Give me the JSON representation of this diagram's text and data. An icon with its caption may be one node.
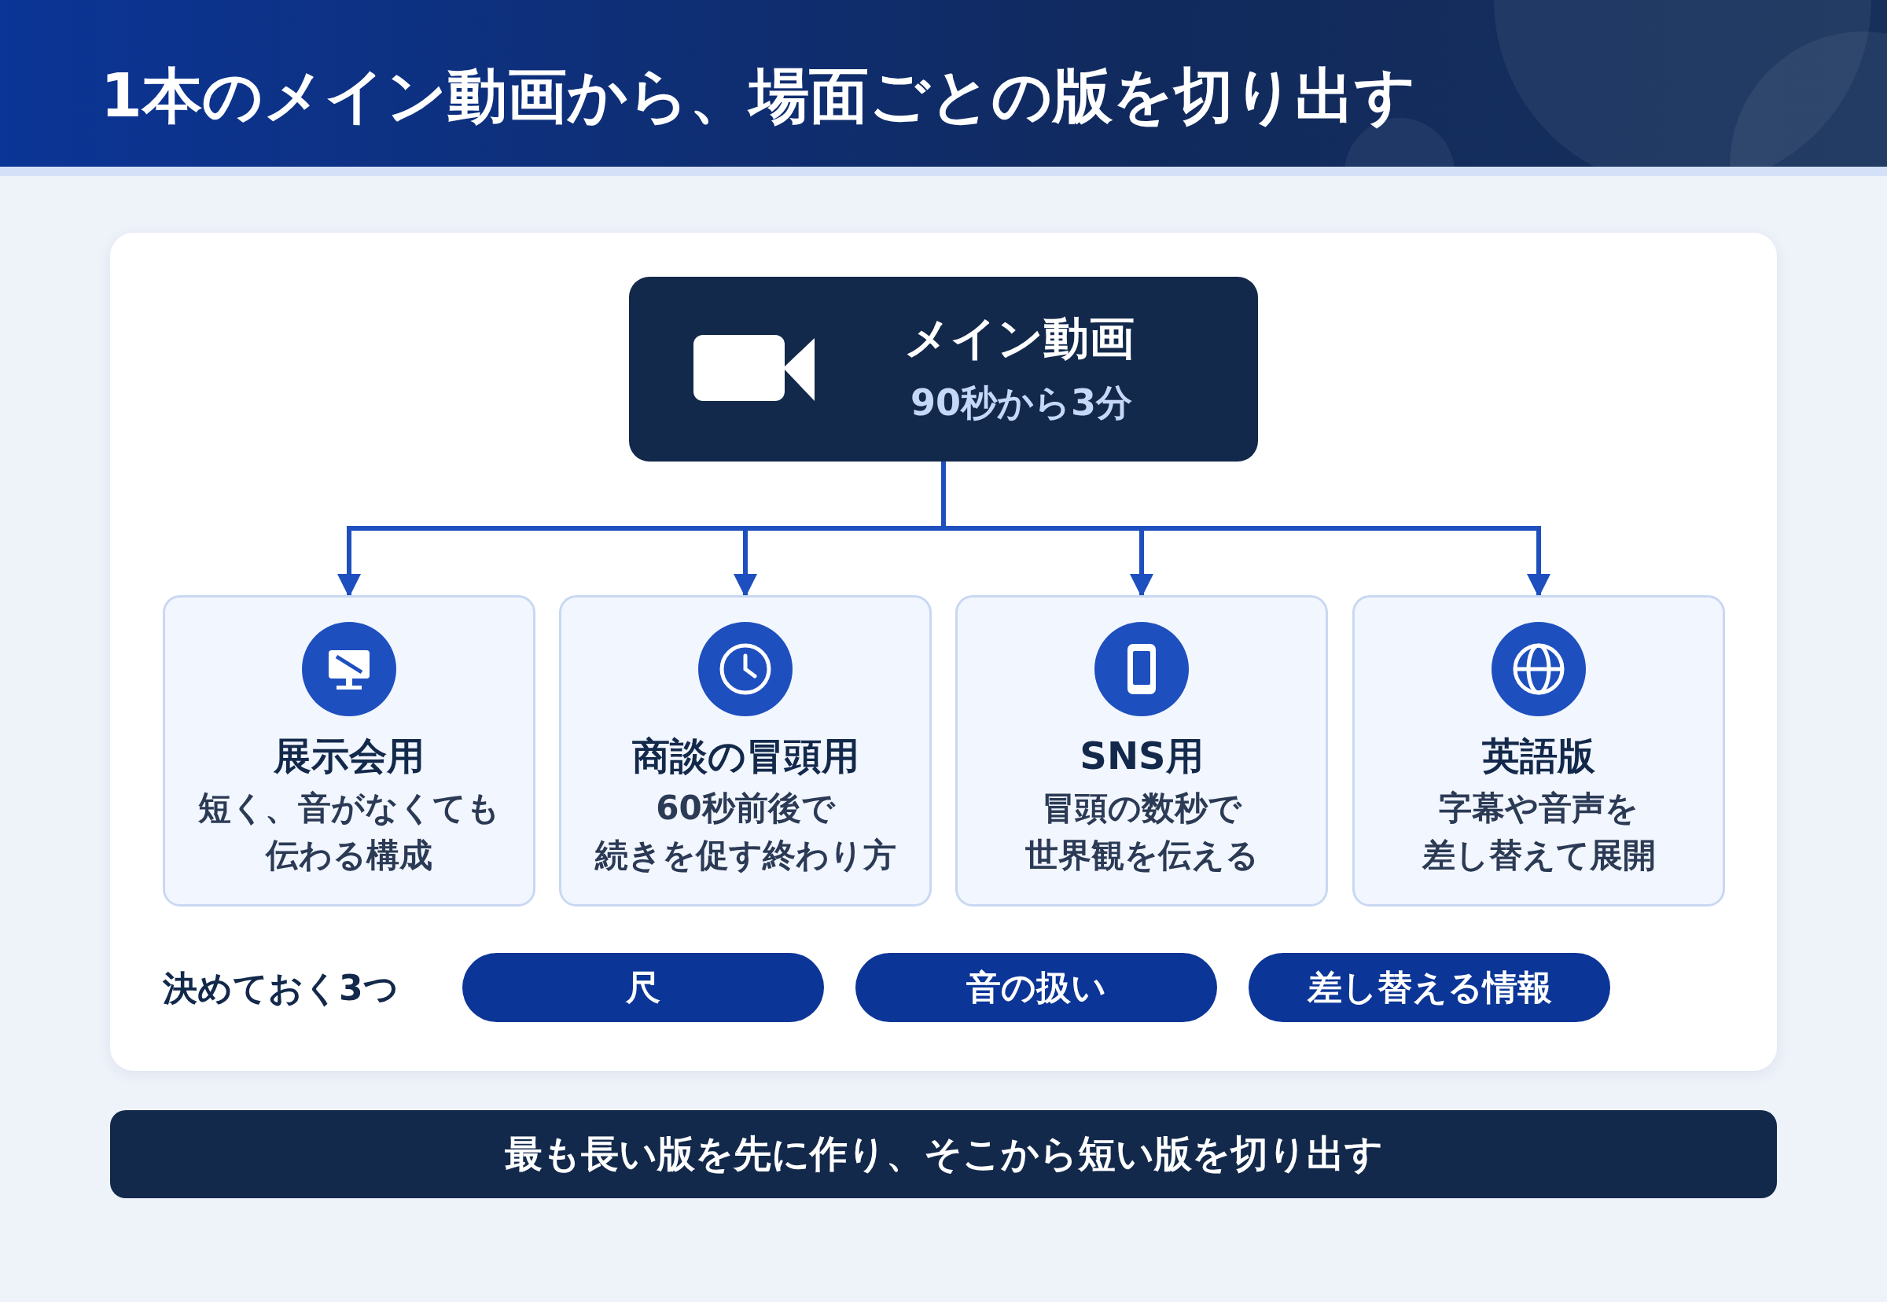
{
  "diagram": {
    "title": "1本のメイン動画から、場面ごとの版を切り出す",
    "nodes": [
      {
        "text": [
          "メイン動画",
          "90秒から3分"
        ]
      },
      {
        "text": [
          "展示会用",
          "短く、音がなくても伝わる構成"
        ]
      },
      {
        "text": [
          "商談の冒頭用",
          "60秒前後で続きを促す終わり方"
        ]
      },
      {
        "text": [
          "SNS用",
          "冒頭の数秒で世界観を伝える"
        ]
      },
      {
        "text": [
          "英語版",
          "字幕や音声を差し替えて展開"
        ]
      },
      {
        "text": [
          "尺"
        ]
      },
      {
        "text": [
          "音の扱い"
        ]
      },
      {
        "text": [
          "差し替える情報"
        ]
      },
      {
        "text": [
          "最も長い版を先に作り、そこから短い版を切り出す"
        ]
      }
    ],
    "edges": [
      {
        "from": 0,
        "to": 1,
        "arrow": "to"
      },
      {
        "from": 0,
        "to": 2,
        "arrow": "to"
      },
      {
        "from": 0,
        "to": 3,
        "arrow": "to"
      },
      {
        "from": 0,
        "to": 4,
        "arrow": "to"
      }
    ],
    "labels": [
      "決めておく3つ"
    ]
  }
}
